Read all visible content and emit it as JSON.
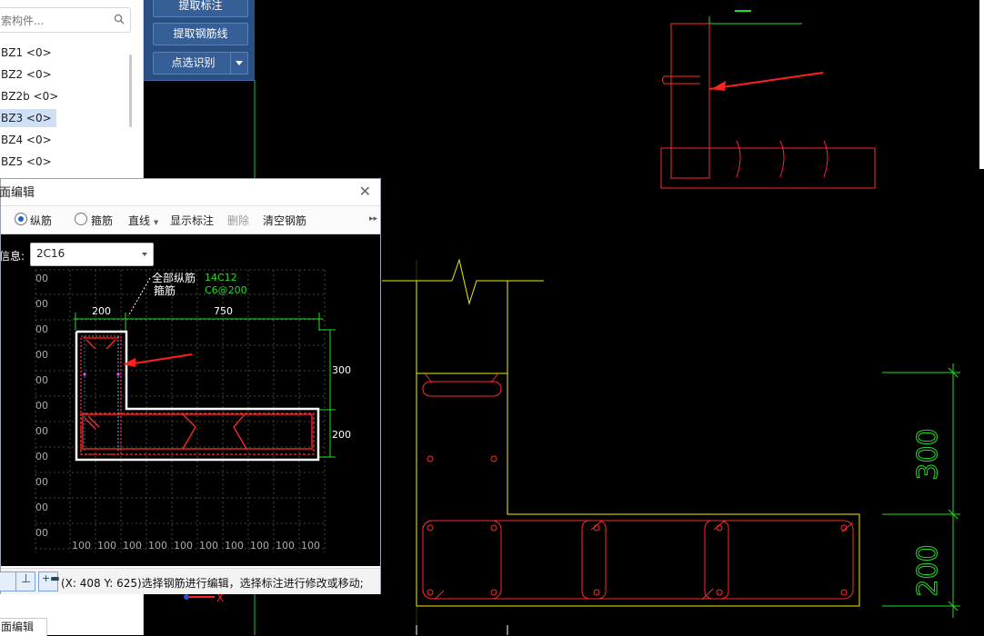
{
  "left_panel": {
    "search_placeholder": "索构件...",
    "items": [
      {
        "label": "BZ1 <0>",
        "selected": false
      },
      {
        "label": "BZ2 <0>",
        "selected": false
      },
      {
        "label": "BZ2b <0>",
        "selected": false
      },
      {
        "label": "BZ3 <0>",
        "selected": true
      },
      {
        "label": "BZ4 <0>",
        "selected": false
      },
      {
        "label": "BZ5 <0>",
        "selected": false
      }
    ]
  },
  "tool_panel": {
    "extract_annotation": "提取标注",
    "extract_rebar_line": "提取钢筋线",
    "point_select_identify": "点选识别"
  },
  "dialog": {
    "title": "面编辑",
    "toolbar": {
      "longitudinal": "纵筋",
      "stirrup": "箍筋",
      "line": "直线",
      "show_annotation": "显示标注",
      "delete": "删除",
      "clear_rebar": "清空钢筋"
    },
    "info_label": "信息:",
    "info_value": "2C16",
    "canvas": {
      "label_all_longitudinal": "全部纵筋",
      "label_stirrup": "箍筋",
      "value_longitudinal": "14C12",
      "value_stirrup": "C6@200",
      "dim_top_left": "200",
      "dim_top_right": "750",
      "dim_right_top": "300",
      "dim_right_bottom": "200",
      "grid_label": "100"
    },
    "status_text": "(X: 408 Y: 625)选择钢筋进行编辑，选择标注进行修改或移动;"
  },
  "bottom_tab": "面编辑",
  "cad": {
    "dim_300": "300",
    "dim_200": "200"
  },
  "colors": {
    "red_rebar": "#ff2020",
    "green_dim": "#22dd22",
    "yellow_outline": "#f0f000",
    "blue_panel": "#2a4f82"
  }
}
